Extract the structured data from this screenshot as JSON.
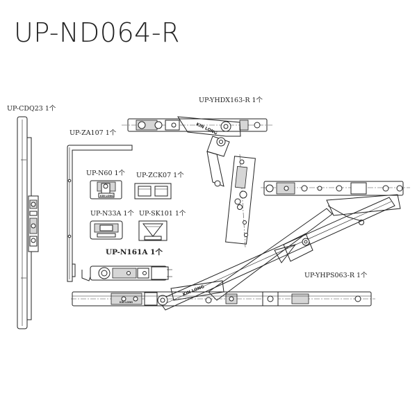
{
  "title": "UP-ND064-R",
  "parts": [
    {
      "id": "cdq23",
      "label": "UP-CDQ23 1个"
    },
    {
      "id": "za107",
      "label": "UP-ZA107 1个"
    },
    {
      "id": "yhdx163",
      "label": "UP-YHDX163-R 1个"
    },
    {
      "id": "n60",
      "label": "UP-N60 1个"
    },
    {
      "id": "zck07",
      "label": "UP-ZCK07 1个"
    },
    {
      "id": "n33a",
      "label": "UP-N33A 1个"
    },
    {
      "id": "sk101",
      "label": "UP-SK101 1个"
    },
    {
      "id": "n161a",
      "label": "UP-N161A 1个"
    },
    {
      "id": "yhps063",
      "label": "UP-YHPS063-R 1个"
    }
  ],
  "brand_marks": [
    "KIN LONG",
    "KIN LONG",
    "KIN LONG",
    "KIN LONG"
  ]
}
